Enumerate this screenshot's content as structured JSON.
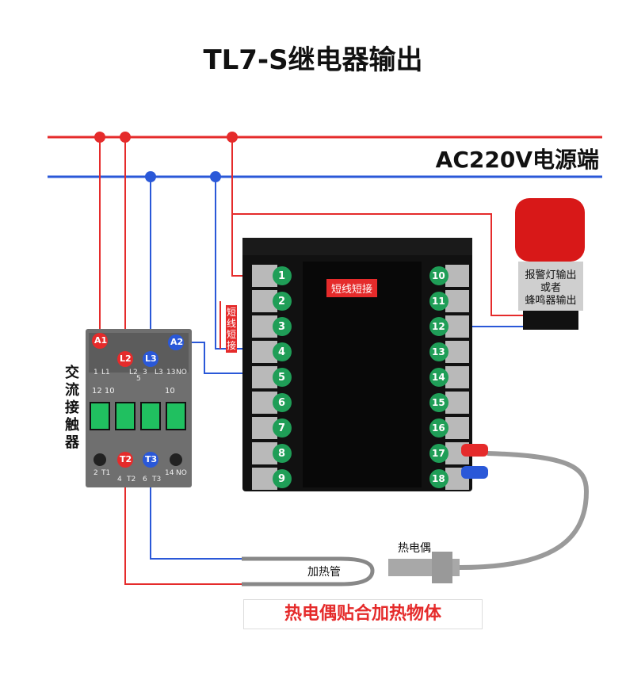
{
  "title": "TL7-S继电器输出",
  "power_label": "AC220V电源端",
  "contactor": {
    "label": "交流接触器",
    "terminals": [
      "A1",
      "L2",
      "L3",
      "A2",
      "T2",
      "T3"
    ],
    "print_top": [
      "1",
      "L1",
      "3",
      "L2",
      "5",
      "L3",
      "13",
      "NO"
    ],
    "print_mid": [
      "12 10",
      "10"
    ],
    "print_bottom": [
      "2",
      "T1",
      "4",
      "T2",
      "6",
      "T3",
      "14",
      "NO"
    ]
  },
  "controller": {
    "short_label_top": "短线短接",
    "short_label_left": "短线短接",
    "left_terminals": [
      "1",
      "2",
      "3",
      "4",
      "5",
      "6",
      "7",
      "8",
      "9"
    ],
    "right_terminals": [
      "10",
      "11",
      "12",
      "13",
      "14",
      "15",
      "16",
      "17",
      "18"
    ]
  },
  "alarm": {
    "line1": "报警灯输出",
    "line2": "或者",
    "line3": "蜂鸣器输出"
  },
  "heater_label": "加热管",
  "thermocouple_label": "热电偶",
  "banner": "热电偶贴合加热物体",
  "colors": {
    "red_wire": "#e52b2b",
    "blue_wire": "#2a58d8",
    "terminal_green": "#1f9e57",
    "red_terminal": "#e52b2b",
    "blue_terminal": "#2a58d8"
  }
}
